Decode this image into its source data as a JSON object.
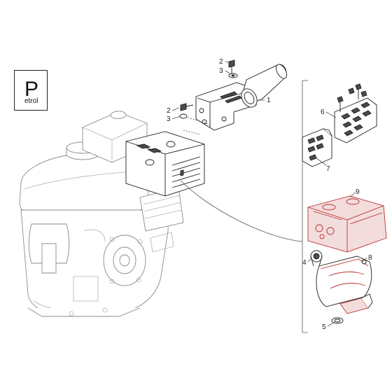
{
  "legend": {
    "letter": "P",
    "word": "etrol"
  },
  "callouts": [
    {
      "id": "c1",
      "label": "1"
    },
    {
      "id": "c2a",
      "label": "2"
    },
    {
      "id": "c3a",
      "label": "3"
    },
    {
      "id": "c2b",
      "label": "2"
    },
    {
      "id": "c3b",
      "label": "3"
    },
    {
      "id": "c6",
      "label": "6"
    },
    {
      "id": "c7",
      "label": "7"
    },
    {
      "id": "c9",
      "label": "9"
    },
    {
      "id": "c4",
      "label": "4"
    },
    {
      "id": "c8",
      "label": "8"
    },
    {
      "id": "c5",
      "label": "5"
    }
  ],
  "colors": {
    "ink": "#1e1e1e",
    "engine_ghost": "#8a8a8a",
    "highlight_red": "#b8322e"
  }
}
